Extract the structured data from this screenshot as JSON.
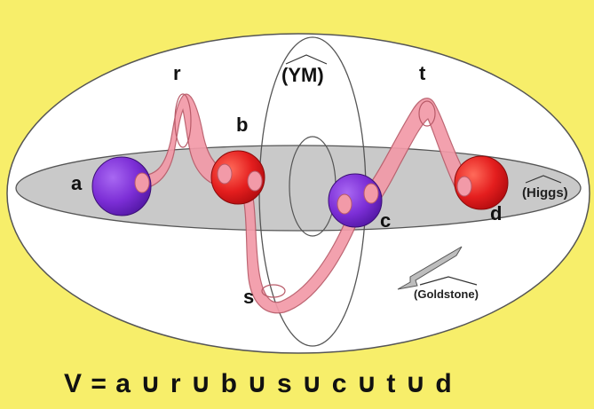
{
  "colors": {
    "background": "#f7ee6a",
    "outer_ellipse": "#ffffff",
    "higgs_plane": "#c9c9c9",
    "tube": "#f29aa8",
    "red_sphere": "#e41e1e",
    "purple_sphere": "#7c2ed6"
  },
  "labels": {
    "a": "a",
    "b": "b",
    "c": "c",
    "d": "d",
    "r": "r",
    "s": "s",
    "t": "t",
    "ym": "(YM)",
    "higgs": "(Higgs)",
    "goldstone": "(Goldstone)"
  },
  "formula": "V = a ∪ r ∪ b ∪ s ∪ c ∪ t ∪ d"
}
